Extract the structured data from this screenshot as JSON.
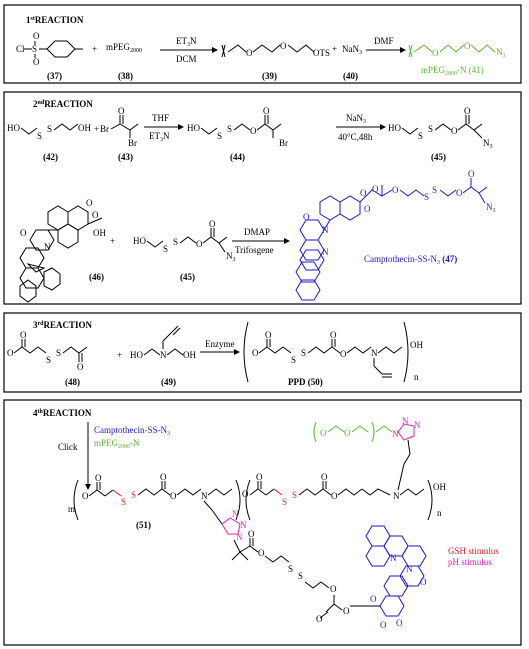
{
  "reaction1": {
    "title": "1stREACTION",
    "sup": "st",
    "title_main": "1",
    "title_rest": "REACTION",
    "cmp37": "(37)",
    "cmp38": "(38)",
    "cmp39": "(39)",
    "cmp40": "(40)",
    "cmp41": "mPEG2000-N (41)",
    "reagent_mpeg": "mPEG2000",
    "plus": "+",
    "et3n": "ET3N",
    "dcm": "DCM",
    "dmf": "DMF",
    "nan3": "NaN3",
    "ots": "OTS",
    "cl": "Cl",
    "s": "S",
    "o": "O",
    "n3": "N3"
  },
  "reaction2": {
    "title": "2ndREACTION",
    "cmp42": "(42)",
    "cmp43": "(43)",
    "cmp44": "(44)",
    "cmp45": "(45)",
    "cmp46": "(46)",
    "cmp45b": "(45)",
    "thf": "THF",
    "et3n": "ET3N",
    "nan3": "NaN3",
    "cond": "40°C,48h",
    "dmap": "DMAP",
    "trifosgene": "Trifosgene",
    "product": "Camptothecin-SS-N3 (47)",
    "ho": "HO",
    "oh": "OH",
    "br": "Br",
    "n3": "N3"
  },
  "reaction3": {
    "title": "3rdREACTION",
    "cmp48": "(48)",
    "cmp49": "(49)",
    "enzyme": "Enzyme",
    "ppd": "PPD (50)",
    "n": "n",
    "ho": "HO",
    "oh": "OH"
  },
  "reaction4": {
    "title": "4thREACTION",
    "click": "Click",
    "reagent1": "Camptothecin-SS-N3",
    "reagent2": "mPEG2000-N",
    "cmp51": "(51)",
    "gsh": "GSH stimulus",
    "ph": "pH stimulus",
    "n": "n",
    "m": "m",
    "oh": "OH"
  },
  "colors": {
    "blue": "#1a1acc",
    "green": "#5cb82c",
    "red": "#e02020",
    "magenta": "#e020c0"
  }
}
